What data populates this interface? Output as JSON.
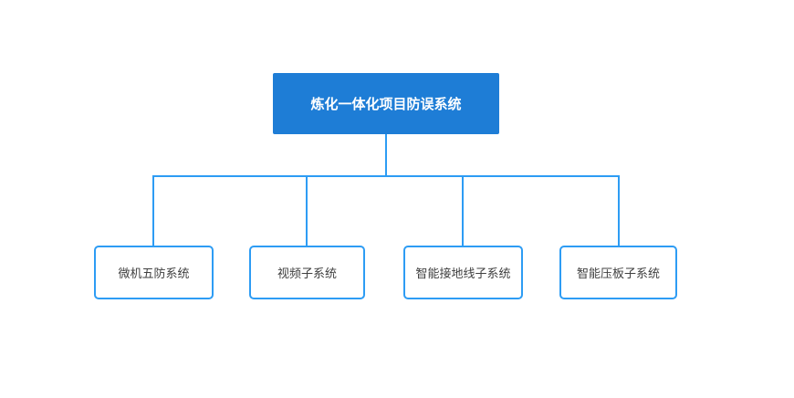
{
  "diagram": {
    "root": {
      "label": "炼化一体化项目防误系统"
    },
    "children": [
      {
        "label": "微机五防系统"
      },
      {
        "label": "视频子系统"
      },
      {
        "label": "智能接地线子系统"
      },
      {
        "label": "智能压板子系统"
      }
    ],
    "colors": {
      "root_fill": "#1e7dd6",
      "root_text": "#ffffff",
      "connector": "#2d9cf4",
      "child_border": "#2d9cf4",
      "child_text": "#404040",
      "background": "#ffffff"
    }
  }
}
